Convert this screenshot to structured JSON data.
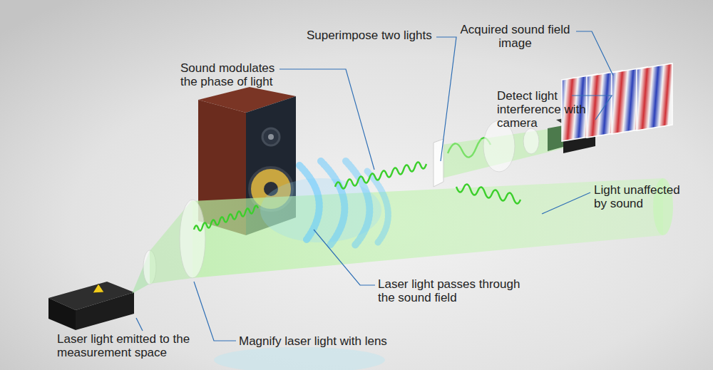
{
  "diagram": {
    "labels": [
      "Superimpose two lights",
      "Acquired sound field image",
      "Sound modulates the phase of light",
      "Detect light interference with camera",
      "Light unaffected by sound",
      "Laser light passes through the sound field",
      "Laser light emitted to the measurement space",
      "Magnify laser light with lens"
    ]
  }
}
